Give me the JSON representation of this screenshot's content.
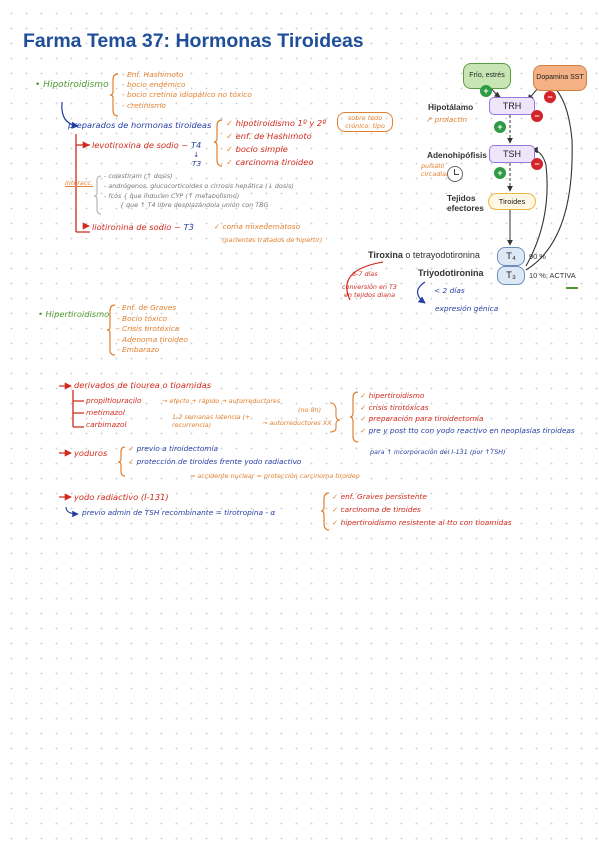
{
  "title": "Farma Tema 37: Hormonas Tiroideas",
  "hipo": {
    "label": "Hipotiroidismo",
    "causes": [
      "Enf. Hashimoto",
      "bocio endémico",
      "bocio cretinia idiopático no tóxico",
      "cretinismo"
    ],
    "prep_label": "preparados de hormonas tiroideas",
    "levo": "levotiroxina de sodio",
    "levo_t4": "T4",
    "levo_t3": "T3",
    "levo_arrow": "↓",
    "levo_ind": [
      "hipotiroidismo 1º y 2º",
      "enf. de Hashimoto",
      "bocio simple",
      "carcinoma tiroideo"
    ],
    "levo_note": "sobre todo crónico: tipo",
    "inter_label": "interacc.",
    "inter": [
      "colestiram (↑ dosis)",
      "andrógenos, glucocorticoides o cirrosis hepática (↓ dosis)",
      "fcos { que inducen CYP (↑ metabolismo)",
      "{ que ↑ T4 libre desplazándola unión con TBG"
    ],
    "lio": "liotironina de sodio",
    "lio_t3": "T3",
    "lio_ind": "coma mixedematoso",
    "lio_note": "(pacientes tratados de hipertir)"
  },
  "hiper": {
    "label": "Hipertiroidismo",
    "causes": [
      "Enf. de Graves",
      "Bocio tóxico",
      "Crisis tirotóxica",
      "Adenoma tiroideo",
      "Embarazo"
    ]
  },
  "tiou": {
    "label": "derivados de tiourea o tioamidas",
    "drugs": [
      "propiltiouracilo",
      "metimazol",
      "carbimazol"
    ],
    "ptu_effect": "efecto + rápido",
    "ptu_arrow": "→",
    "ptu_aut": "autorreductores",
    "ptu_no": "(no 8h)",
    "carbi_effect": "1-2 semanas latencia (+ recurrencia)",
    "carbi_aut": "autorreductores XX",
    "ind": [
      "hipertiroidismo",
      "crisis tirotóxicas",
      "preparación para tiroidectomía",
      "pre y post tto con yodo reactivo en neoplasias tiroideas"
    ],
    "ind_extra": "para ↑ incorporación del I-131 (por ↑TSH)"
  },
  "yoduros": {
    "label": "yoduros",
    "items": [
      "previo a tiroidectomía",
      "protección de tiroides frente yodo radiactivo"
    ],
    "eq": "= accidente nuclear = protección carcinoma tiroideo"
  },
  "yodo": {
    "label": "yodo radiactivo (I-131)",
    "sub": "previo admin de TSH recombinante = tirotropina - α",
    "ind": [
      "enf. Graves persistente",
      "carcinoma de tiroides",
      "hipertiroidismo resistente al tto con tioamidas"
    ]
  },
  "diagram": {
    "frio": "Frío, estrés",
    "dopa": "Dopamina SST",
    "hipotalamo": "Hipotálamo",
    "trh": "TRH",
    "prolactin_note": "prolactin",
    "adeno": "Adenohipófisis",
    "tsh": "TSH",
    "adeno_note": "pulsátil circadiano",
    "tejidos": "Tejidos efectores",
    "tiroides": "Tiroides",
    "tiroxina": "Tiroxina",
    "tiroxina_rest": "o tetrayodotironina",
    "triyodo": "Triyodotironina",
    "t4": "T₄",
    "t3": "T₃",
    "t4_pct": "90 %",
    "t3_pct": "10 %; ACTIVA",
    "conv1": "6-7 días",
    "conv2": "conversión en T3 en tejidos diana",
    "less": "< 2 días",
    "gene": "expresión génica",
    "plus": "+",
    "minus": "−"
  },
  "colors": {
    "title": "#1f4e9a",
    "green": "#4b9a2d",
    "orange": "#e2802f",
    "red": "#d02a1e",
    "blue": "#263fa3"
  }
}
